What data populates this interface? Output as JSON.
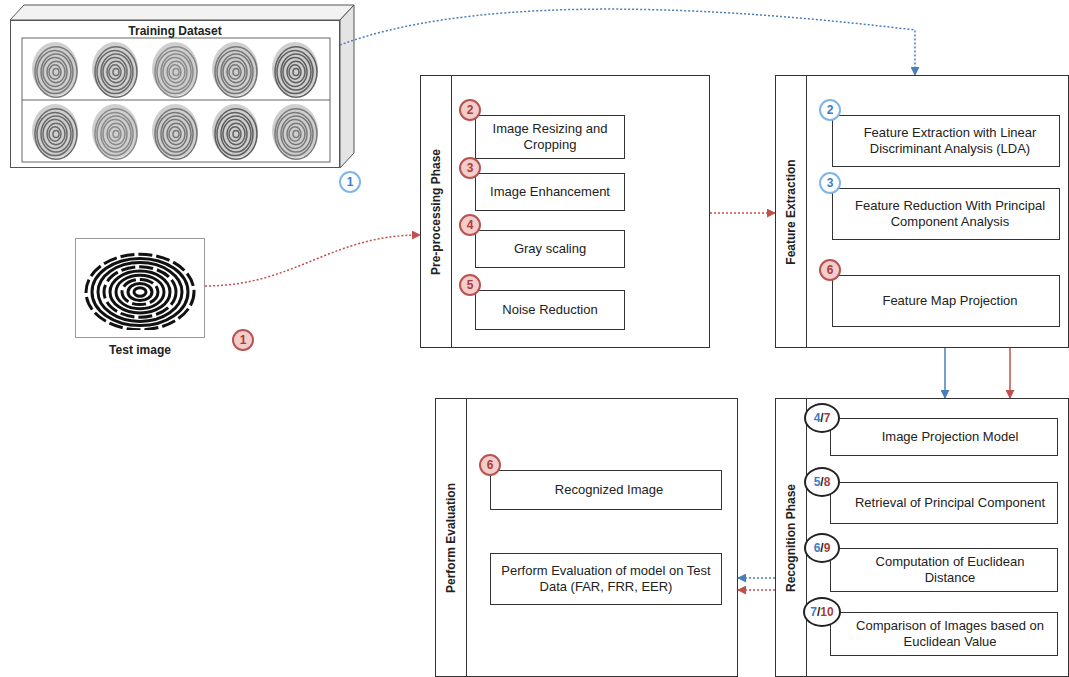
{
  "diagram": {
    "nodes": [
      {
        "text": [
          "Training Dataset"
        ]
      },
      {
        "text": [
          "Test image"
        ]
      },
      {
        "text": [
          "Pre-processing Phase"
        ]
      },
      {
        "text": [
          "Image Resizing and Cropping"
        ],
        "in": 2
      },
      {
        "text": [
          "Image Enhancement"
        ],
        "in": 2
      },
      {
        "text": [
          "Gray scaling"
        ],
        "in": 2
      },
      {
        "text": [
          "Noise Reduction"
        ],
        "in": 2
      },
      {
        "text": [
          "Feature Extraction"
        ]
      },
      {
        "text": [
          "Feature Extraction with Linear Discriminant Analysis (LDA)"
        ],
        "in": 7
      },
      {
        "text": [
          "Feature Reduction With Principal Component Analysis"
        ],
        "in": 7
      },
      {
        "text": [
          "Feature Map Projection"
        ],
        "in": 7
      },
      {
        "text": [
          "Perform Evaluation"
        ]
      },
      {
        "text": [
          "Recognized Image"
        ],
        "in": 11
      },
      {
        "text": [
          "Perform Evaluation of model on Test Data (FAR, FRR, EER)"
        ],
        "in": 11
      },
      {
        "text": [
          "Recognition Phase"
        ]
      },
      {
        "text": [
          "Image Projection Model"
        ],
        "in": 14
      },
      {
        "text": [
          "Retrieval of Principal Component"
        ],
        "in": 14
      },
      {
        "text": [
          "Computation of Euclidean Distance"
        ],
        "in": 14
      },
      {
        "text": [
          "Comparison of Images based on Euclidean Value"
        ],
        "in": 14
      }
    ],
    "edges": [
      {
        "from": 0,
        "to": 7,
        "arrow": "to"
      },
      {
        "from": 1,
        "to": 2,
        "arrow": "to"
      },
      {
        "from": 2,
        "to": 7,
        "arrow": "to"
      },
      {
        "from": 7,
        "to": 14,
        "arrow": "to"
      },
      {
        "from": 7,
        "to": 14,
        "arrow": "to"
      },
      {
        "from": 14,
        "to": 11,
        "arrow": "to"
      },
      {
        "from": 14,
        "to": 11,
        "arrow": "to"
      }
    ],
    "labels": [
      "1",
      "2",
      "3",
      "4",
      "5",
      "2",
      "3",
      "6",
      "1",
      "6",
      "4",
      "/",
      "7",
      "5",
      "/",
      "8",
      "6",
      "/",
      "9",
      "7",
      "/",
      "10"
    ]
  }
}
